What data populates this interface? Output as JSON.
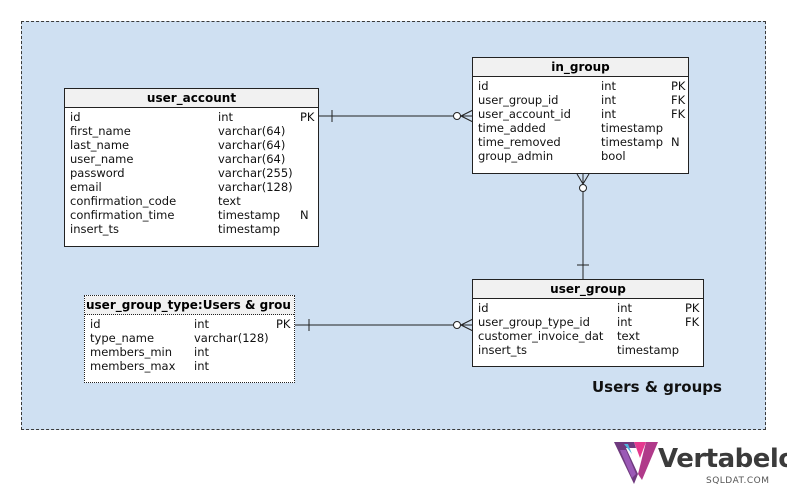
{
  "area": {
    "title": "Users & groups"
  },
  "tables": {
    "user_account": {
      "title": "user_account",
      "columns": [
        {
          "name": "id",
          "type": "int",
          "flag": "PK"
        },
        {
          "name": "first_name",
          "type": "varchar(64)",
          "flag": ""
        },
        {
          "name": "last_name",
          "type": "varchar(64)",
          "flag": ""
        },
        {
          "name": "user_name",
          "type": "varchar(64)",
          "flag": ""
        },
        {
          "name": "password",
          "type": "varchar(255)",
          "flag": ""
        },
        {
          "name": "email",
          "type": "varchar(128)",
          "flag": ""
        },
        {
          "name": "confirmation_code",
          "type": "text",
          "flag": ""
        },
        {
          "name": "confirmation_time",
          "type": "timestamp",
          "flag": "N"
        },
        {
          "name": "insert_ts",
          "type": "timestamp",
          "flag": ""
        }
      ]
    },
    "in_group": {
      "title": "in_group",
      "columns": [
        {
          "name": "id",
          "type": "int",
          "flag": "PK"
        },
        {
          "name": "user_group_id",
          "type": "int",
          "flag": "FK"
        },
        {
          "name": "user_account_id",
          "type": "int",
          "flag": "FK"
        },
        {
          "name": "time_added",
          "type": "timestamp",
          "flag": ""
        },
        {
          "name": "time_removed",
          "type": "timestamp",
          "flag": "N"
        },
        {
          "name": "group_admin",
          "type": "bool",
          "flag": ""
        }
      ]
    },
    "user_group": {
      "title": "user_group",
      "columns": [
        {
          "name": "id",
          "type": "int",
          "flag": "PK"
        },
        {
          "name": "user_group_type_id",
          "type": "int",
          "flag": "FK"
        },
        {
          "name": "customer_invoice_dat",
          "type": "text",
          "flag": ""
        },
        {
          "name": "insert_ts",
          "type": "timestamp",
          "flag": ""
        }
      ]
    },
    "user_group_type": {
      "title": "user_group_type:Users & grou",
      "columns": [
        {
          "name": "id",
          "type": "int",
          "flag": "PK"
        },
        {
          "name": "type_name",
          "type": "varchar(128)",
          "flag": ""
        },
        {
          "name": "members_min",
          "type": "int",
          "flag": ""
        },
        {
          "name": "members_max",
          "type": "int",
          "flag": ""
        }
      ]
    }
  },
  "logo": {
    "name": "Vertabelo",
    "subtitle": "SQLDAT.COM"
  }
}
